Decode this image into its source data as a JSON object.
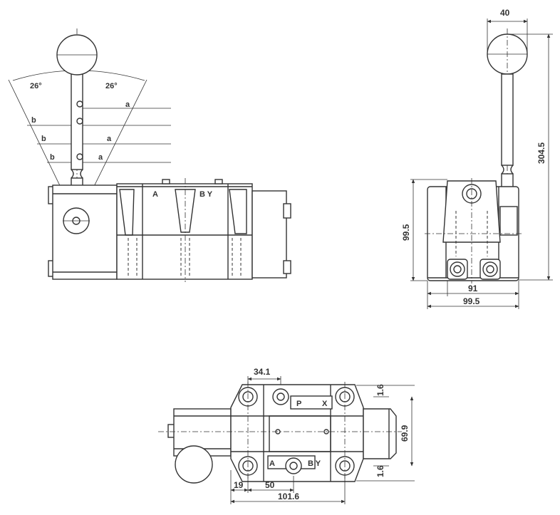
{
  "front_view": {
    "angle_left": "26°",
    "angle_right": "26°",
    "positions": [
      {
        "left": "",
        "right": "a"
      },
      {
        "left": "b",
        "right": ""
      },
      {
        "left": "b",
        "right": "a"
      },
      {
        "left": "b",
        "right": "a"
      }
    ],
    "port_a": "A",
    "port_by": "B Y"
  },
  "side_view": {
    "handle_width": "40",
    "overall_height": "304.5",
    "body_height": "99.5",
    "bolt_spacing": "91",
    "body_width": "99.5"
  },
  "top_view": {
    "offset_p": "34.1",
    "port_p": "P",
    "port_x": "X",
    "port_a": "A",
    "port_by": "B Y",
    "edge_top": "1.6",
    "edge_bottom": "1.6",
    "width": "69.9",
    "dim_19": "19",
    "dim_50": "50",
    "dim_1016": "101.6"
  }
}
